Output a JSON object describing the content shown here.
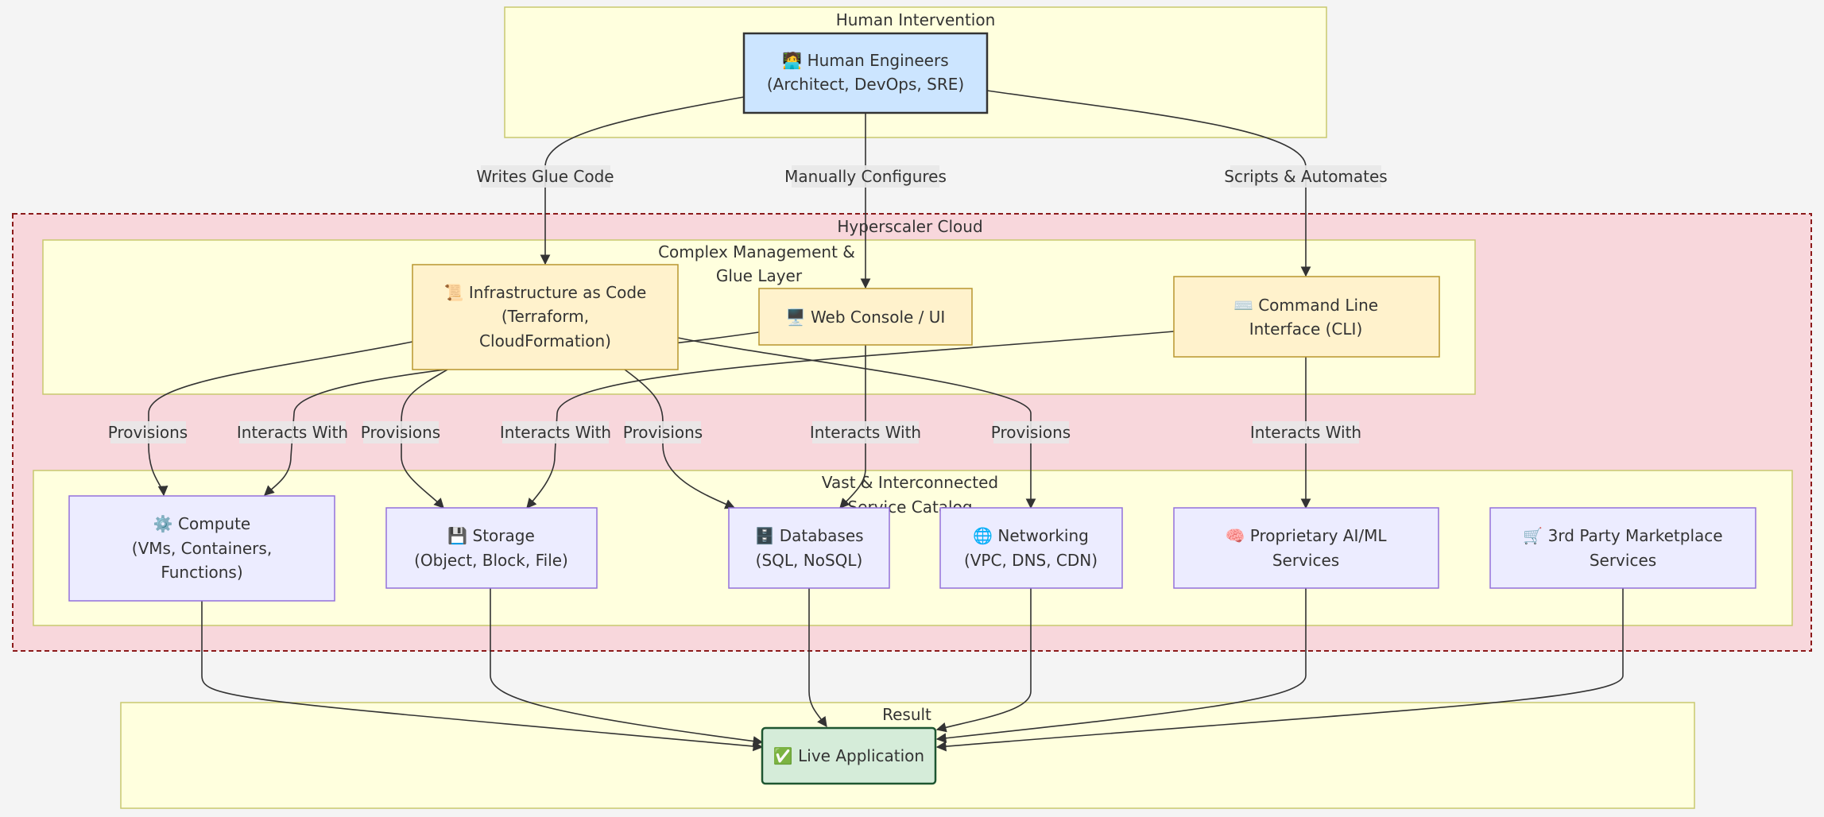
{
  "clusters": {
    "human": "Human Intervention",
    "cloud": "Hyperscaler Cloud",
    "mgmt": [
      "Complex Management &",
      "Glue Layer"
    ],
    "catalog": [
      "Vast & Interconnected",
      "Service Catalog"
    ],
    "result": "Result"
  },
  "nodes": {
    "engineers": [
      "🧑‍💻 Human Engineers",
      "(Architect, DevOps, SRE)"
    ],
    "iac": [
      "📜 Infrastructure as Code",
      "(Terraform,",
      "CloudFormation)"
    ],
    "console": [
      "🖥️ Web Console / UI"
    ],
    "cli": [
      "⌨️ Command Line",
      "Interface (CLI)"
    ],
    "compute": [
      "⚙️ Compute",
      "(VMs, Containers,",
      "Functions)"
    ],
    "storage": [
      "💾 Storage",
      "(Object, Block, File)"
    ],
    "databases": [
      "🗄️ Databases",
      "(SQL, NoSQL)"
    ],
    "networking": [
      "🌐 Networking",
      "(VPC, DNS, CDN)"
    ],
    "aiml": [
      "🧠 Proprietary AI/ML",
      "Services"
    ],
    "marketplace": [
      "🛒 3rd Party Marketplace",
      "Services"
    ],
    "app": [
      "✅ Live Application"
    ]
  },
  "edge_labels": {
    "writes": "Writes Glue Code",
    "manually": "Manually Configures",
    "scripts": "Scripts & Automates",
    "provisions": "Provisions",
    "interacts": "Interacts With"
  },
  "colors": {
    "cluster_fill": "#ffffde",
    "cluster_stroke": "#c8c86e",
    "cloud_fill": "#f8d7dc",
    "cloud_stroke": "#8b1a1a",
    "human_node_fill": "#cce5ff",
    "mgmt_node_fill": "#fff2cc",
    "mgmt_node_stroke": "#b8962e",
    "service_node_fill": "#ececff",
    "service_node_stroke": "#9370db",
    "app_fill": "#d5ecd9",
    "app_stroke": "#1e5631"
  }
}
